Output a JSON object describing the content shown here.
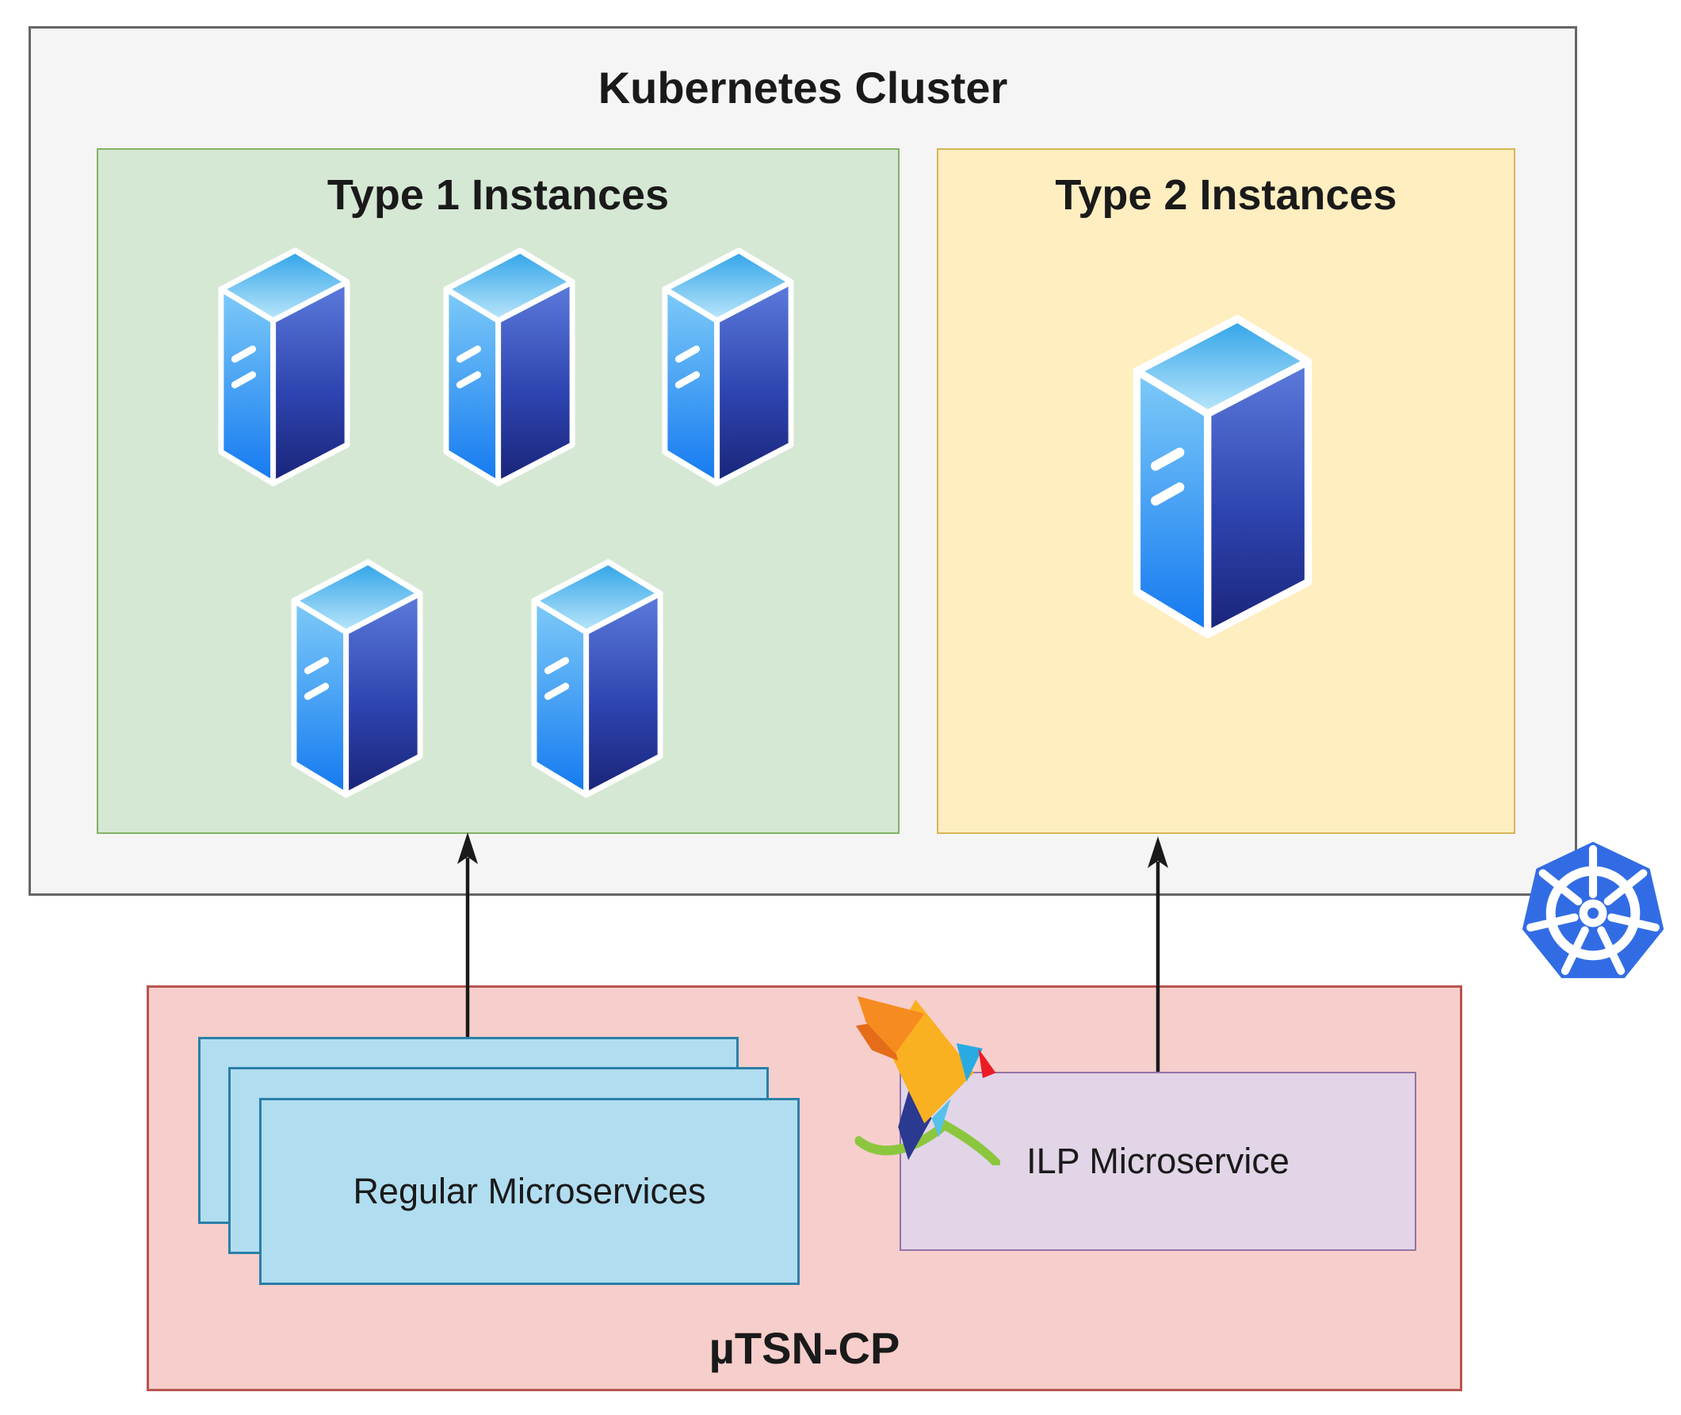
{
  "colors": {
    "page_bg": "#ffffff",
    "cluster_fill": "#f5f5f5",
    "cluster_border": "#666666",
    "type1_fill": "#d5e8d4",
    "type1_border": "#82b366",
    "type2_fill": "#ffeec0",
    "type2_border": "#d6b656",
    "cp_fill": "#f6cecb",
    "cp_border": "#b85450",
    "stack_fill": "#b1ddf0",
    "stack_border": "#2b7fa8",
    "ilp_fill": "#e1d5e7",
    "ilp_border": "#9673a6",
    "kubernetes_blue": "#326ce5",
    "arrow_color": "#1a1a1a",
    "text_color": "#1a1a1a"
  },
  "cluster": {
    "title": "Kubernetes Cluster"
  },
  "type1": {
    "label": "Type 1 Instances",
    "server_count": 5
  },
  "type2": {
    "label": "Type 2 Instances",
    "server_count": 1
  },
  "control_plane": {
    "label": "µTSN-CP",
    "regular_microservices_label": "Regular Microservices",
    "ilp_microservice_label": "ILP Microservice"
  },
  "icons": {
    "server": "server-icon",
    "kubernetes": "kubernetes-logo",
    "solver_bird": "origami-bird-logo"
  },
  "connections": [
    {
      "from": "Regular Microservices",
      "to": "Type 1 Instances"
    },
    {
      "from": "ILP Microservice",
      "to": "Type 2 Instances"
    }
  ]
}
